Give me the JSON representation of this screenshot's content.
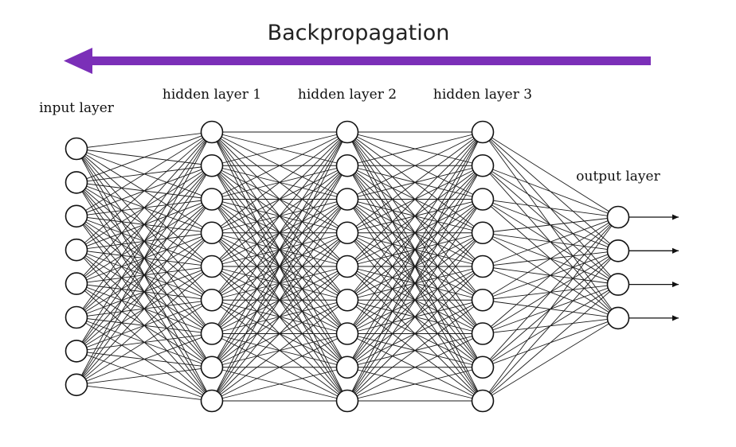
{
  "title": "Backpropagation",
  "layers": [
    {
      "label": "input layer",
      "neurons": 8
    },
    {
      "label": "hidden layer 1",
      "neurons": 9
    },
    {
      "label": "hidden layer 2",
      "neurons": 9
    },
    {
      "label": "hidden layer 3",
      "neurons": 9
    },
    {
      "label": "output layer",
      "neurons": 4
    }
  ],
  "arrow": {
    "direction": "right-to-left",
    "color": "#7b2fb8"
  },
  "colors": {
    "node_fill": "#ffffff",
    "node_stroke": "#111111",
    "edge": "#1a1a1a"
  }
}
